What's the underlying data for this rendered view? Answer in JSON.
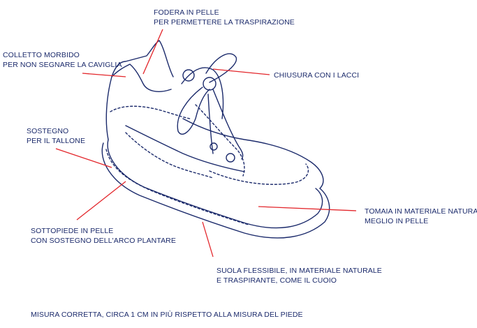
{
  "callouts": {
    "fodera": {
      "line1": "FODERA IN PELLE",
      "line2": "PER PERMETTERE LA TRASPIRAZIONE"
    },
    "colletto": {
      "line1": "COLLETTO MORBIDO",
      "line2": "PER NON SEGNARE LA CAVIGLIA"
    },
    "chiusura": {
      "line1": "CHIUSURA CON I LACCI"
    },
    "sostegno": {
      "line1": "SOSTEGNO",
      "line2": "PER IL TALLONE"
    },
    "tomaia": {
      "line1": "TOMAIA IN MATERIALE NATURALE,",
      "line2": "MEGLIO IN PELLE"
    },
    "sottopiede": {
      "line1": "SOTTOPIEDE IN PELLE",
      "line2": "CON SOSTEGNO DELL'ARCO PLANTARE"
    },
    "suola": {
      "line1": "SUOLA FLESSIBILE, IN MATERIALE NATURALE",
      "line2": "E TRASPIRANTE, COME IL CUOIO"
    }
  },
  "footer_note": "MISURA CORRETTA, CIRCA 1 CM IN PIÙ RISPETTO ALLA MISURA DEL PIEDE",
  "colors": {
    "outline": "#1b2a6b",
    "leader": "#e3262b",
    "background": "#ffffff"
  }
}
